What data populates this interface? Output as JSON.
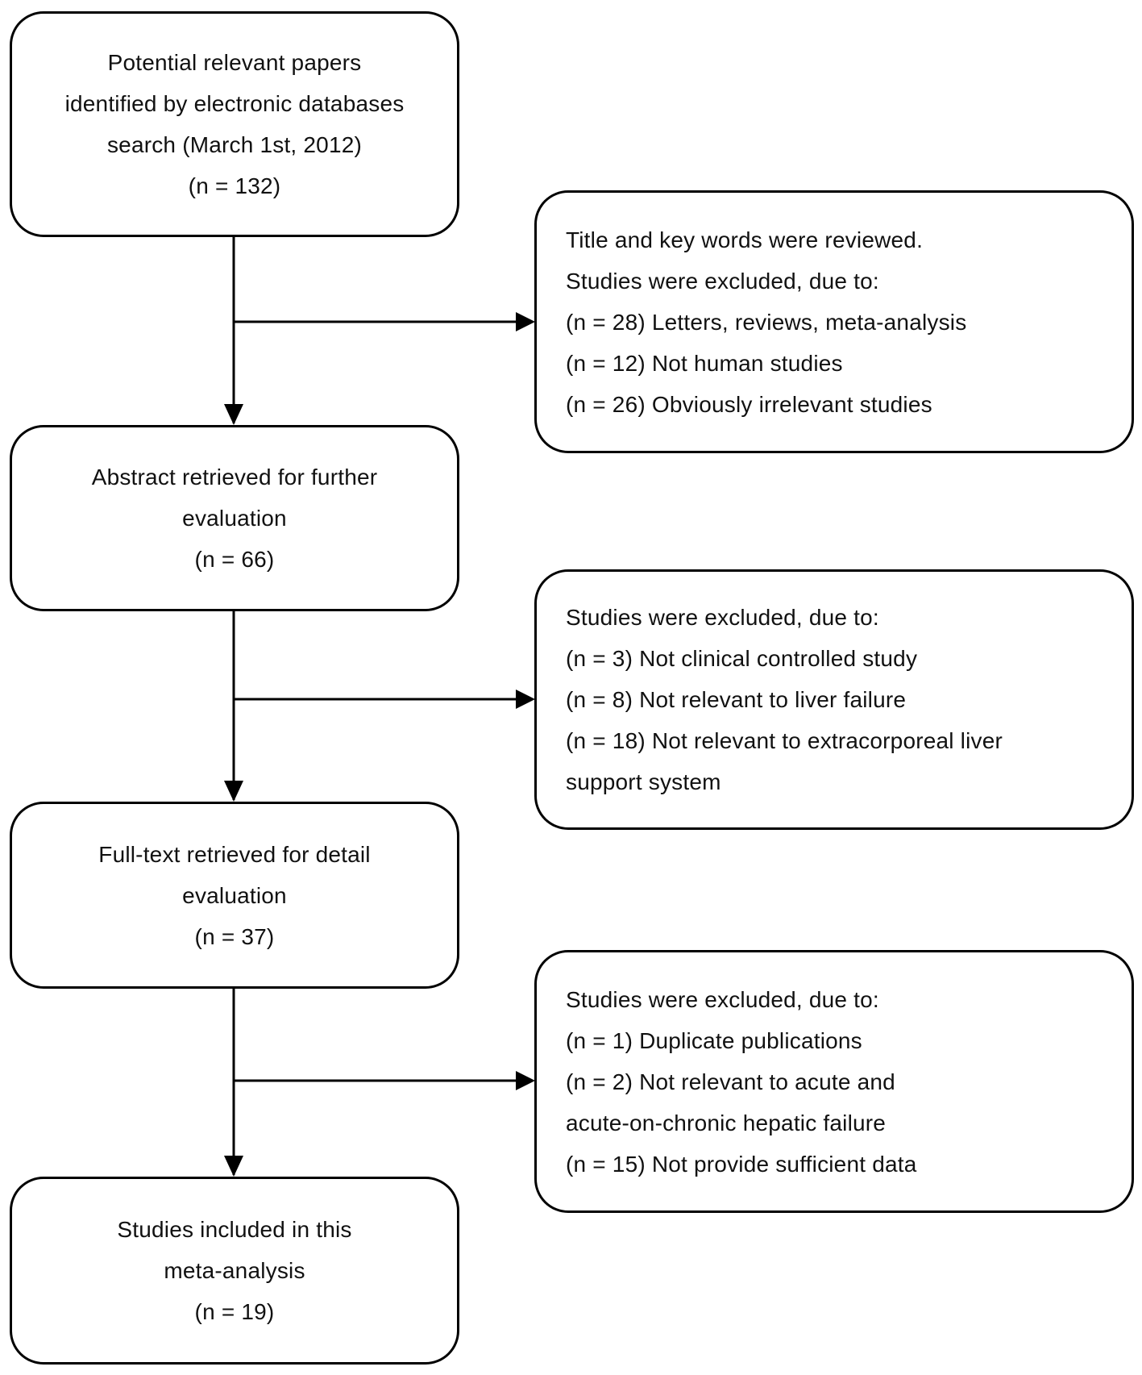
{
  "flow": {
    "stages": [
      {
        "id": "search",
        "lines": [
          "Potential relevant papers",
          "identified by electronic databases",
          "search (March 1st, 2012)",
          "(n = 132)"
        ]
      },
      {
        "id": "abstract",
        "lines": [
          "Abstract retrieved for further",
          "evaluation",
          "(n = 66)"
        ]
      },
      {
        "id": "fulltext",
        "lines": [
          "Full-text retrieved for detail",
          "evaluation",
          "(n = 37)"
        ]
      },
      {
        "id": "included",
        "lines": [
          "Studies included in this",
          "meta-analysis",
          "(n = 19)"
        ]
      }
    ],
    "exclusions": [
      {
        "id": "excl-1",
        "lines": [
          "Title and key words were reviewed.",
          "Studies were excluded, due to:",
          "(n = 28) Letters, reviews, meta-analysis",
          "(n = 12) Not human studies",
          "(n = 26) Obviously irrelevant studies"
        ]
      },
      {
        "id": "excl-2",
        "lines": [
          "Studies were excluded, due to:",
          "(n = 3) Not clinical controlled study",
          "(n = 8) Not relevant to liver failure",
          "(n = 18) Not relevant to extracorporeal liver",
          "support system"
        ]
      },
      {
        "id": "excl-3",
        "lines": [
          "Studies were excluded, due to:",
          "(n = 1) Duplicate publications",
          "(n = 2) Not relevant to acute and",
          "acute-on-chronic hepatic failure",
          "(n = 15) Not provide sufficient data"
        ]
      }
    ]
  }
}
